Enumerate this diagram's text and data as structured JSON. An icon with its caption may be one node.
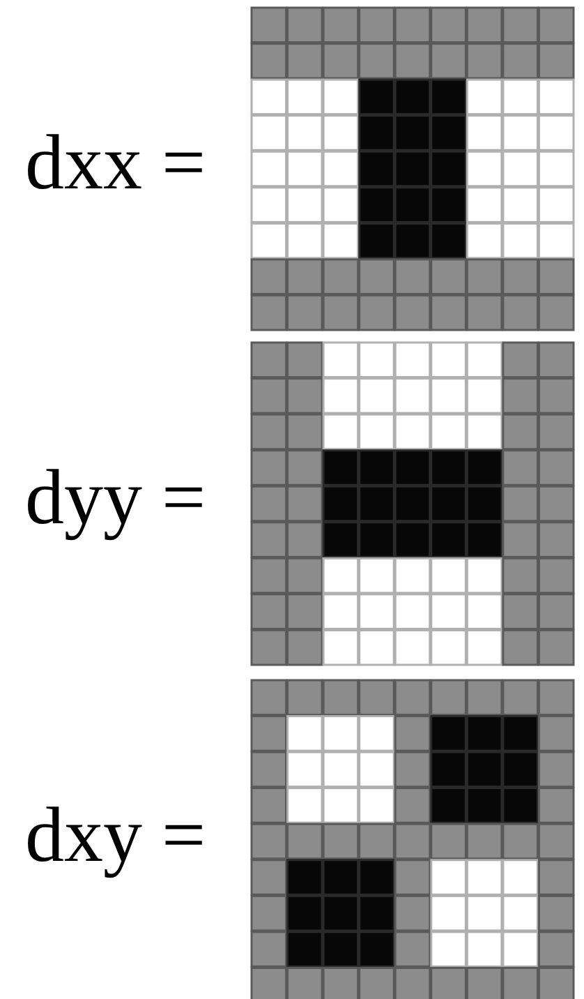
{
  "diagram": {
    "labels": [
      "dxx =",
      "dyy =",
      "dxy ="
    ]
  }
}
